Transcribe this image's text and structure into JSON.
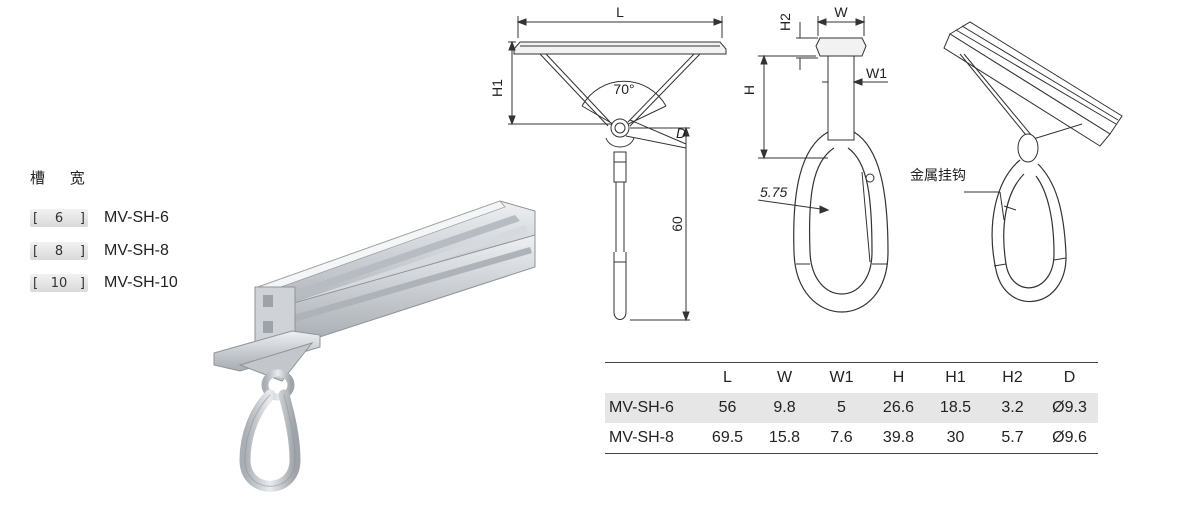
{
  "slot_width": {
    "title": "槽 宽",
    "rows": [
      {
        "size": "6",
        "model": "MV-SH-6"
      },
      {
        "size": "8",
        "model": "MV-SH-8"
      },
      {
        "size": "10",
        "model": "MV-SH-10"
      }
    ],
    "bracket_left": "[",
    "bracket_right": "]"
  },
  "drawing_labels": {
    "L": "L",
    "H1": "H1",
    "angle": "70°",
    "D": "D",
    "length_60": "60",
    "W": "W",
    "H2": "H2",
    "W1": "W1",
    "H": "H",
    "wire": "5.75"
  },
  "callout": "金属挂钩",
  "spec_table": {
    "headers": [
      "",
      "L",
      "W",
      "W1",
      "H",
      "H1",
      "H2",
      "D"
    ],
    "rows": [
      [
        "MV-SH-6",
        "56",
        "9.8",
        "5",
        "26.6",
        "18.5",
        "3.2",
        "Ø9.3"
      ],
      [
        "MV-SH-8",
        "69.5",
        "15.8",
        "7.6",
        "39.8",
        "30",
        "5.7",
        "Ø9.6"
      ]
    ]
  },
  "colors": {
    "metal_light": "#e3e6ea",
    "metal_mid": "#b8bdc3",
    "metal_dark": "#8f949a",
    "table_shade": "#e6e6e6"
  }
}
